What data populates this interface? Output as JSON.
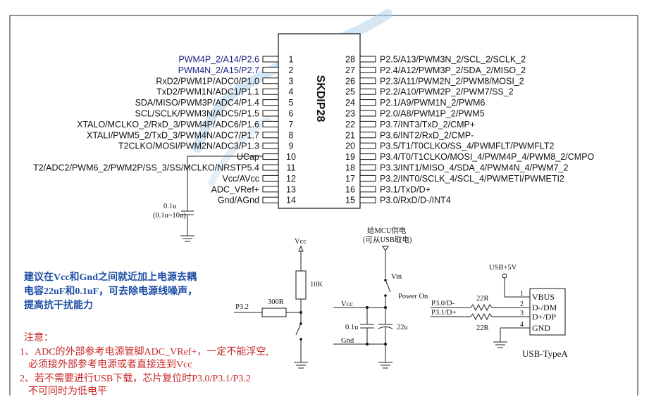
{
  "chip": {
    "name": "SKDIP28",
    "left_pins": [
      {
        "num": "1",
        "label": "PWM4P_2/A14/P2.6",
        "accent": true
      },
      {
        "num": "2",
        "label": "PWM4N_2/A15/P2.7",
        "accent": true
      },
      {
        "num": "3",
        "label": "RxD2/PWM1P/ADC0/P1.0",
        "accent": false
      },
      {
        "num": "4",
        "label": "TxD2/PWM1N/ADC1/P1.1",
        "accent": false
      },
      {
        "num": "5",
        "label": "SDA/MISO/PWM3P/ADC4/P1.4",
        "accent": false
      },
      {
        "num": "6",
        "label": "SCL/SCLK/PWM3N/ADC5/P1.5",
        "accent": false
      },
      {
        "num": "7",
        "label": "XTALO/MCLKO_2/RxD_3/PWM4P/ADC6/P1.6",
        "accent": false
      },
      {
        "num": "8",
        "label": "XTALI/PWM5_2/TxD_3/PWM4N/ADC7/P1.7",
        "accent": false
      },
      {
        "num": "9",
        "label": "T2CLKO/MOSI/PWM2N/ADC3/P1.3",
        "accent": false
      },
      {
        "num": "10",
        "label": "UCap",
        "accent": false
      },
      {
        "num": "11",
        "label": "T2/ADC2/PWM6_2/PWM2P/SS_3/SS/MCLKO/NRSTP5.4",
        "accent": false
      },
      {
        "num": "12",
        "label": "Vcc/AVcc",
        "accent": false
      },
      {
        "num": "13",
        "label": "ADC_VRef+",
        "accent": false
      },
      {
        "num": "14",
        "label": "Gnd/AGnd",
        "accent": false
      }
    ],
    "right_pins": [
      {
        "num": "28",
        "label": "P2.5/A13/PWM3N_2/SCL_2/SCLK_2"
      },
      {
        "num": "27",
        "label": "P2.4/A12/PWM3P_2/SDA_2/MISO_2"
      },
      {
        "num": "26",
        "label": "P2.3/A11/PWM2N_2/PWM8/MOSI_2"
      },
      {
        "num": "25",
        "label": "P2.2/A10/PWM2P_2/PWM7/SS_2"
      },
      {
        "num": "24",
        "label": "P2.1/A9/PWM1N_2/PWM6"
      },
      {
        "num": "23",
        "label": "P2.0/A8/PWM1P_2/PWM5"
      },
      {
        "num": "22",
        "label": "P3.7/INT3/TxD_2/CMP+"
      },
      {
        "num": "21",
        "label": "P3.6/INT2/RxD_2/CMP-"
      },
      {
        "num": "20",
        "label": "P3.5/T1/T0CLKO/SS_4/PWMFLT/PWMFLT2"
      },
      {
        "num": "19",
        "label": "P3.4/T0/T1CLKO/MOSI_4/PWM4P_4/PWM8_2/CMPO"
      },
      {
        "num": "18",
        "label": "P3.3/INT1/MISO_4/SDA_4/PWM4N_4/PWM7_2"
      },
      {
        "num": "17",
        "label": "P3.2/INT0/SCLK_4/SCL_4/PWMETI/PWMETI2"
      },
      {
        "num": "16",
        "label": "P3.1/TxD/D+"
      },
      {
        "num": "15",
        "label": "P3.0/RxD/D-/INT4"
      }
    ]
  },
  "ucap": {
    "value": "0.1u",
    "range": "(0.1u~10u)"
  },
  "reset_circuit": {
    "vcc": "Vcc",
    "r_pullup": "10K",
    "r_series": "300R",
    "net": "P3.2"
  },
  "power_circuit": {
    "title_line1": "给MCU供电",
    "title_line2": "(可从USB取电)",
    "vin": "Vin",
    "switch": "Power On",
    "vcc": "Vcc",
    "gnd": "Gnd",
    "c1": "0.1u",
    "c2": "22u"
  },
  "usb": {
    "supply": "USB+5V",
    "net_dm": "P3.0/D-",
    "net_dp": "P3.1/D+",
    "r_top": "22R",
    "r_bottom": "22R",
    "pins": [
      {
        "num": "1",
        "name": "VBUS"
      },
      {
        "num": "2",
        "name": "D-/DM"
      },
      {
        "num": "3",
        "name": "D+/DP"
      },
      {
        "num": "4",
        "name": "GND"
      }
    ],
    "connector": "USB-TypeA"
  },
  "notes": {
    "advice": [
      "建议在Vcc和Gnd之间就近加上电源去耦",
      "电容22uF和0.1uF，可去除电源线噪声，",
      "提高抗干扰能力"
    ],
    "heading": "注意：",
    "items": [
      "1、ADC的外部参考电源管脚ADC_VRef+，一定不能浮空,",
      "必须接外部参考电源或者直接连到Vcc",
      "2、若不需要进行USB下载，芯片复位时P3.0/P3.1/P3.2",
      "不可同时为低电平"
    ]
  },
  "colors": {
    "accent": "#1a237e",
    "note_blue": "#1f4ea6",
    "note_red": "#c62828",
    "watermark": "#b3d4ec"
  }
}
